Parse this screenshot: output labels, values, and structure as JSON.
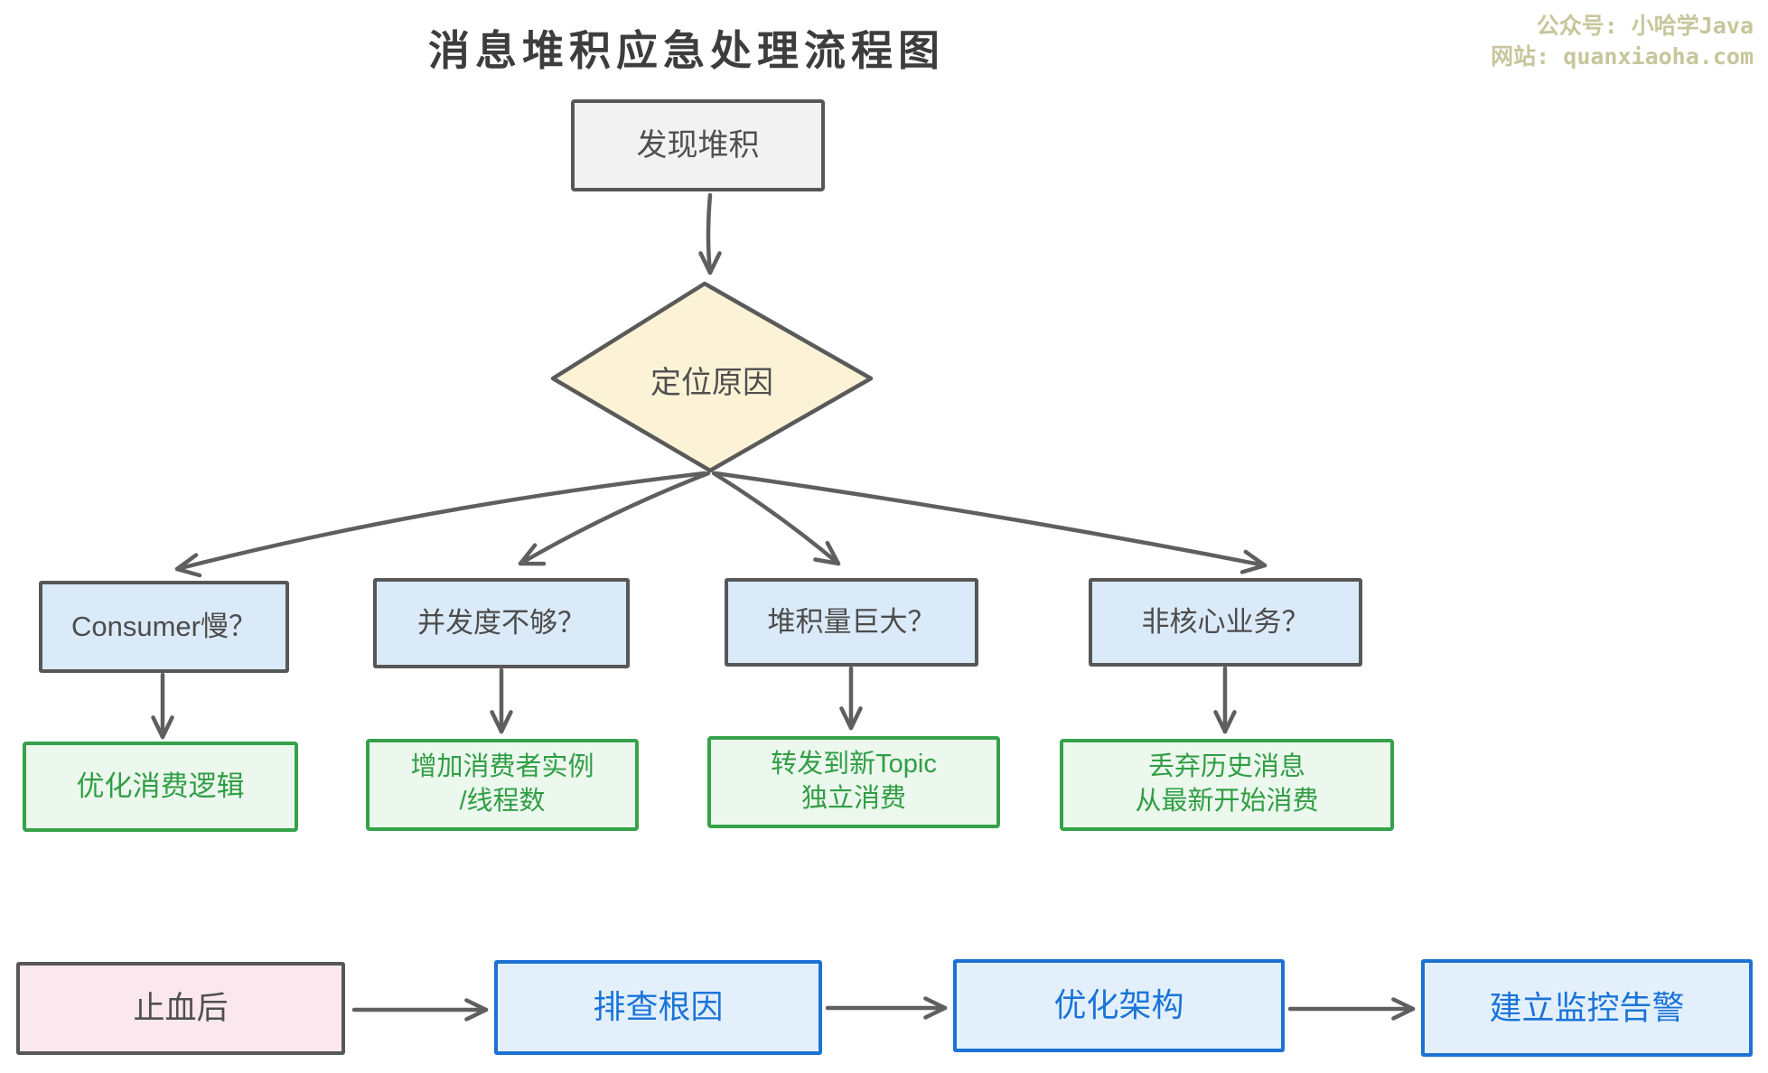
{
  "title": "消息堆积应急处理流程图",
  "watermark": {
    "account_line": "公众号: 小哈学Java",
    "site_line": "网站: quanxiaoha.com"
  },
  "flowchart": {
    "start": {
      "label": "发现堆积"
    },
    "decision": {
      "label": "定位原因"
    },
    "causes": [
      {
        "label": "Consumer慢？"
      },
      {
        "label": "并发度不够？"
      },
      {
        "label": "堆积量巨大？"
      },
      {
        "label": "非核心业务？"
      }
    ],
    "actions": [
      {
        "lines": [
          "优化消费逻辑"
        ]
      },
      {
        "lines": [
          "增加消费者实例",
          "/线程数"
        ]
      },
      {
        "lines": [
          "转发到新Topic",
          "独立消费"
        ]
      },
      {
        "lines": [
          "丢弃历史消息",
          "从最新开始消费"
        ]
      }
    ],
    "followup_steps": [
      {
        "label": "止血后"
      },
      {
        "label": "排查根因"
      },
      {
        "label": "优化架构"
      },
      {
        "label": "建立监控告警"
      }
    ]
  },
  "colors": {
    "arrow_stroke": "#5f5f5f",
    "start_fill": "#f2f2f2",
    "decision_fill": "#fcf3d7",
    "cause_fill": "#dbeaf8",
    "cause_border": "#575757",
    "action_fill": "#ecf7ed",
    "action_accent": "#2f9e44",
    "pink_fill": "#fbe7ee",
    "followup_fill": "#e3f0fc",
    "followup_accent": "#1b74d8",
    "watermark_color": "#c7c69c"
  }
}
